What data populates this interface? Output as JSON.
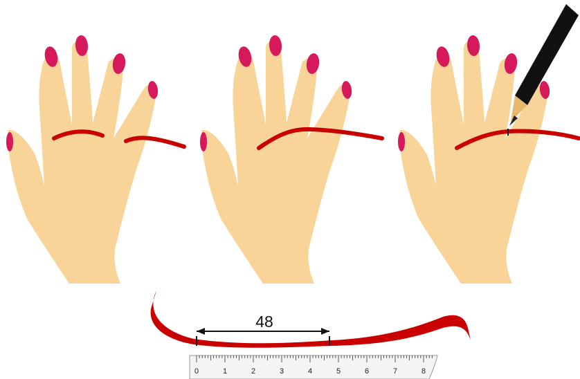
{
  "measurement": {
    "value": "48"
  },
  "ruler": {
    "tick_labels": [
      "0",
      "1",
      "2",
      "3",
      "4",
      "5",
      "6",
      "7",
      "8"
    ]
  },
  "steps": [
    {
      "name": "wrap-string-around-finger"
    },
    {
      "name": "overlap-string-ends"
    },
    {
      "name": "mark-string-with-pen"
    }
  ],
  "colors": {
    "skin": "#F8D498",
    "nail": "#D6195A",
    "string": "#C80000",
    "pen_body": "#111111",
    "pencil_wood": "#E8B871",
    "ruler": "#F4F4F4"
  }
}
